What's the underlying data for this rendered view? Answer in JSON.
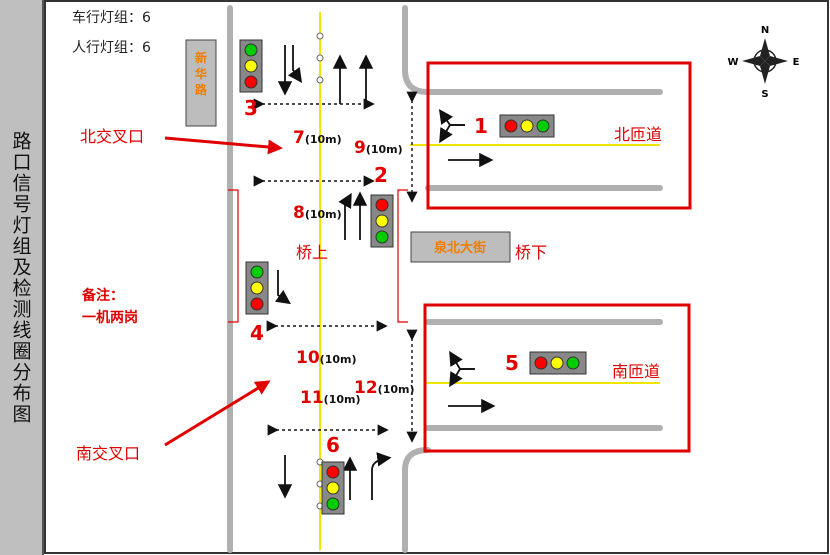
{
  "diagram": {
    "side_title": "路口信号灯组及检测线圈分布图",
    "vehicle_groups": "车行灯组：6",
    "ped_groups": "人行灯组：6",
    "road_names": {
      "xinhua": "新华路",
      "quanbei": "泉北大街"
    },
    "labels": {
      "north_intersection": "北交叉口",
      "south_intersection": "南交叉口",
      "north_ramp": "北匝道",
      "south_ramp": "南匝道",
      "bridge_top": "桥上",
      "bridge_bottom": "桥下",
      "note_title": "备注：",
      "note_body": "一机两岗"
    },
    "signal_numbers": [
      "1",
      "2",
      "3",
      "4",
      "5",
      "6"
    ],
    "detectors": [
      {
        "num": "7",
        "len": "(10m)"
      },
      {
        "num": "8",
        "len": "(10m)"
      },
      {
        "num": "9",
        "len": "(10m)"
      },
      {
        "num": "10",
        "len": "(10m)"
      },
      {
        "num": "11",
        "len": "(10m)"
      },
      {
        "num": "12",
        "len": "(10m)"
      }
    ],
    "compass": {
      "n": "N",
      "s": "S",
      "e": "E",
      "w": "W"
    },
    "colors": {
      "red": "#ff0000",
      "yellow": "#ffff00",
      "green": "#00cc00",
      "lane_yellow": "#f2e600",
      "road_gray": "#b0b0b0",
      "box_red": "#e00000"
    }
  }
}
